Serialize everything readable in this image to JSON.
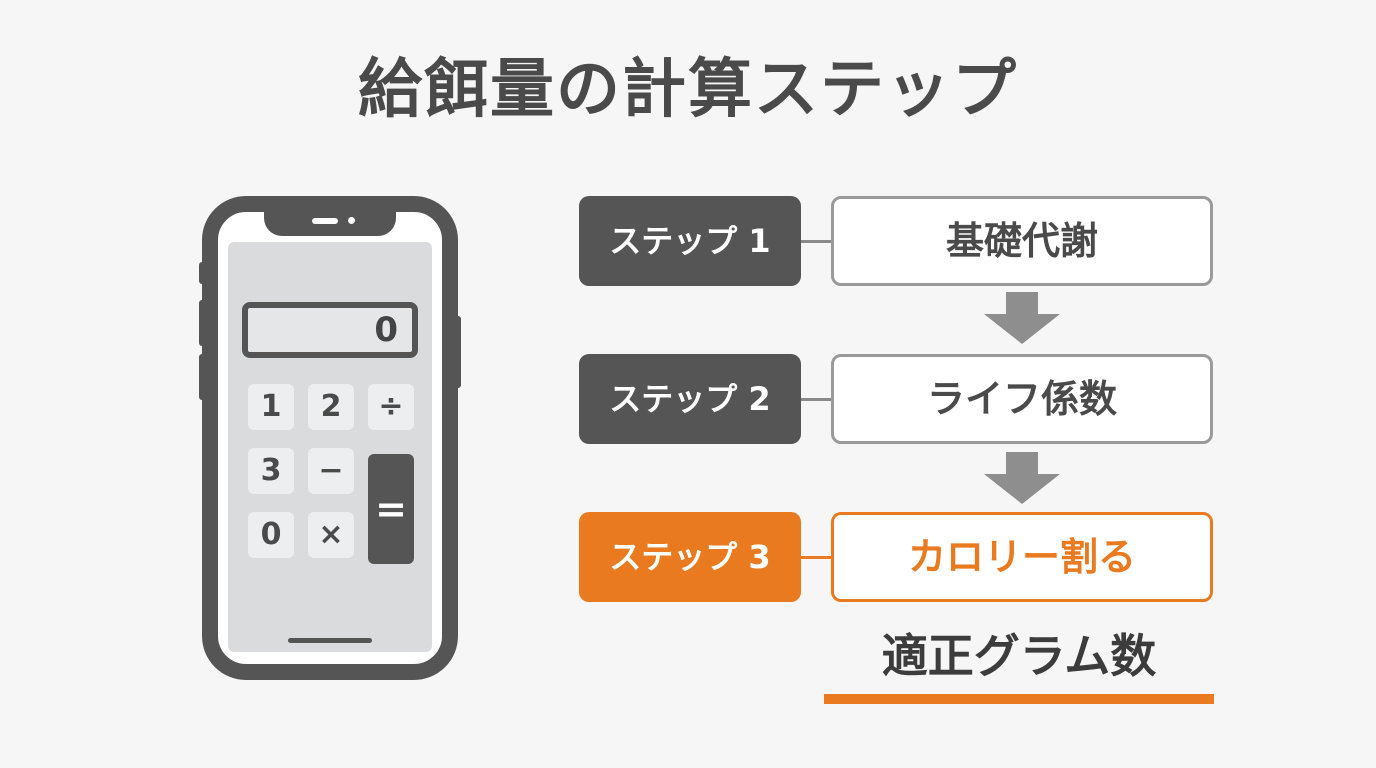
{
  "title": "給餌量の計算ステップ",
  "calculator": {
    "display_value": "0",
    "keys": [
      "1",
      "2",
      "÷",
      "3",
      "−",
      "0",
      "×"
    ],
    "equals_key": "="
  },
  "steps": [
    {
      "label": "ステップ 1",
      "content": "基礎代謝"
    },
    {
      "label": "ステップ 2",
      "content": "ライフ係数"
    },
    {
      "label": "ステップ 3",
      "content": "カロリー割る"
    }
  ],
  "result": "適正グラム数",
  "colors": {
    "accent": "#ea7a1f",
    "dark": "#555555",
    "arrow": "#8e8e8e",
    "text": "#4a4a4a"
  },
  "icons": [
    "smartphone-icon",
    "calculator-icon",
    "down-arrow-icon"
  ]
}
